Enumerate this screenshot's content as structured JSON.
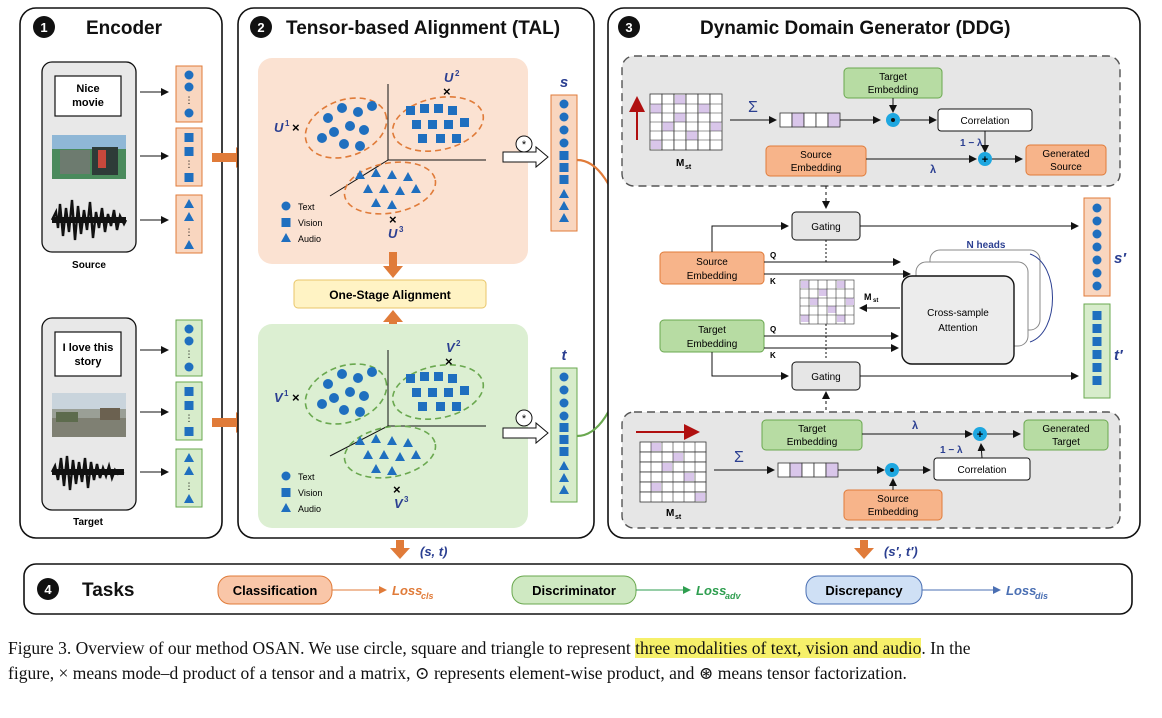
{
  "panels": {
    "encoder": {
      "number": "1",
      "title": "Encoder"
    },
    "tal": {
      "number": "2",
      "title": "Tensor-based Alignment (TAL)"
    },
    "ddg": {
      "number": "3",
      "title": "Dynamic Domain Generator (DDG)"
    },
    "tasks": {
      "number": "4",
      "title": "Tasks"
    }
  },
  "encoder": {
    "source_text": [
      "Nice",
      "movie"
    ],
    "target_text": [
      "I love this",
      "story"
    ],
    "source_label": "Source",
    "target_label": "Target"
  },
  "tal": {
    "source_space": {
      "u1": "U",
      "u2": "U",
      "u3": "U",
      "sup1": "1",
      "sup2": "2",
      "sup3": "3"
    },
    "target_space": {
      "v1": "V",
      "v2": "V",
      "v3": "V",
      "sup1": "1",
      "sup2": "2",
      "sup3": "3"
    },
    "legend": {
      "text": "Text",
      "vision": "Vision",
      "audio": "Audio"
    },
    "one_stage": "One-Stage Alignment",
    "s_label": "s",
    "t_label": "t"
  },
  "ddg": {
    "top": {
      "target_embedding": [
        "Target",
        "Embedding"
      ],
      "source_embedding": [
        "Source",
        "Embedding"
      ],
      "correlation": "Correlation",
      "generated": [
        "Generated",
        "Source"
      ],
      "lambda": "λ",
      "one_minus_lambda": "1 − λ",
      "m_label": "M",
      "m_sub": "st",
      "sigma": "Σ"
    },
    "middle": {
      "gating": "Gating",
      "source_embedding": [
        "Source",
        "Embedding"
      ],
      "target_embedding": [
        "Target",
        "Embedding"
      ],
      "q": "Q",
      "k": "K",
      "n_heads": "N heads",
      "attention": [
        "Cross-sample",
        "Attention"
      ],
      "m_label": "M",
      "m_sub": "st",
      "s_prime": "s′",
      "t_prime": "t′"
    },
    "bottom": {
      "target_embedding": [
        "Target",
        "Embedding"
      ],
      "source_embedding": [
        "Source",
        "Embedding"
      ],
      "correlation": "Correlation",
      "generated": [
        "Generated",
        "Target"
      ],
      "lambda": "λ",
      "one_minus_lambda": "1 − λ",
      "m_label": "M",
      "m_sub": "st",
      "sigma": "Σ"
    }
  },
  "flow": {
    "st_pair": "(s, t)",
    "st_prime_pair": "(s′, t′)"
  },
  "tasks": {
    "classification": "Classification",
    "discriminator": "Discriminator",
    "discrepancy": "Discrepancy",
    "loss_cls": "Loss",
    "loss_cls_sub": "cls",
    "loss_adv": "Loss",
    "loss_adv_sub": "adv",
    "loss_dis": "Loss",
    "loss_dis_sub": "dis"
  },
  "caption": {
    "line1_a": "Figure 3. Overview of our method OSAN. We use circle, square and triangle to represent ",
    "line1_hl": "three modalities of text, vision and audio",
    "line1_b": ". In the",
    "line2": "figure, × means mode–d product of a tensor and a matrix, ⊙ represents element-wise product, and ⊛ means tensor factorization."
  },
  "colors": {
    "orange_fill": "#f9d6bf",
    "orange_stroke": "#e07b39",
    "green_fill": "#d7eccb",
    "green_stroke": "#6aa84f",
    "blue_shape": "#1f6fbf",
    "gray_panel": "#e6e6e6",
    "purple_cell": "#d9c6ea",
    "loss_orange": "#e07b39",
    "loss_green": "#2e9e4f",
    "loss_blue": "#4a6fb3"
  }
}
